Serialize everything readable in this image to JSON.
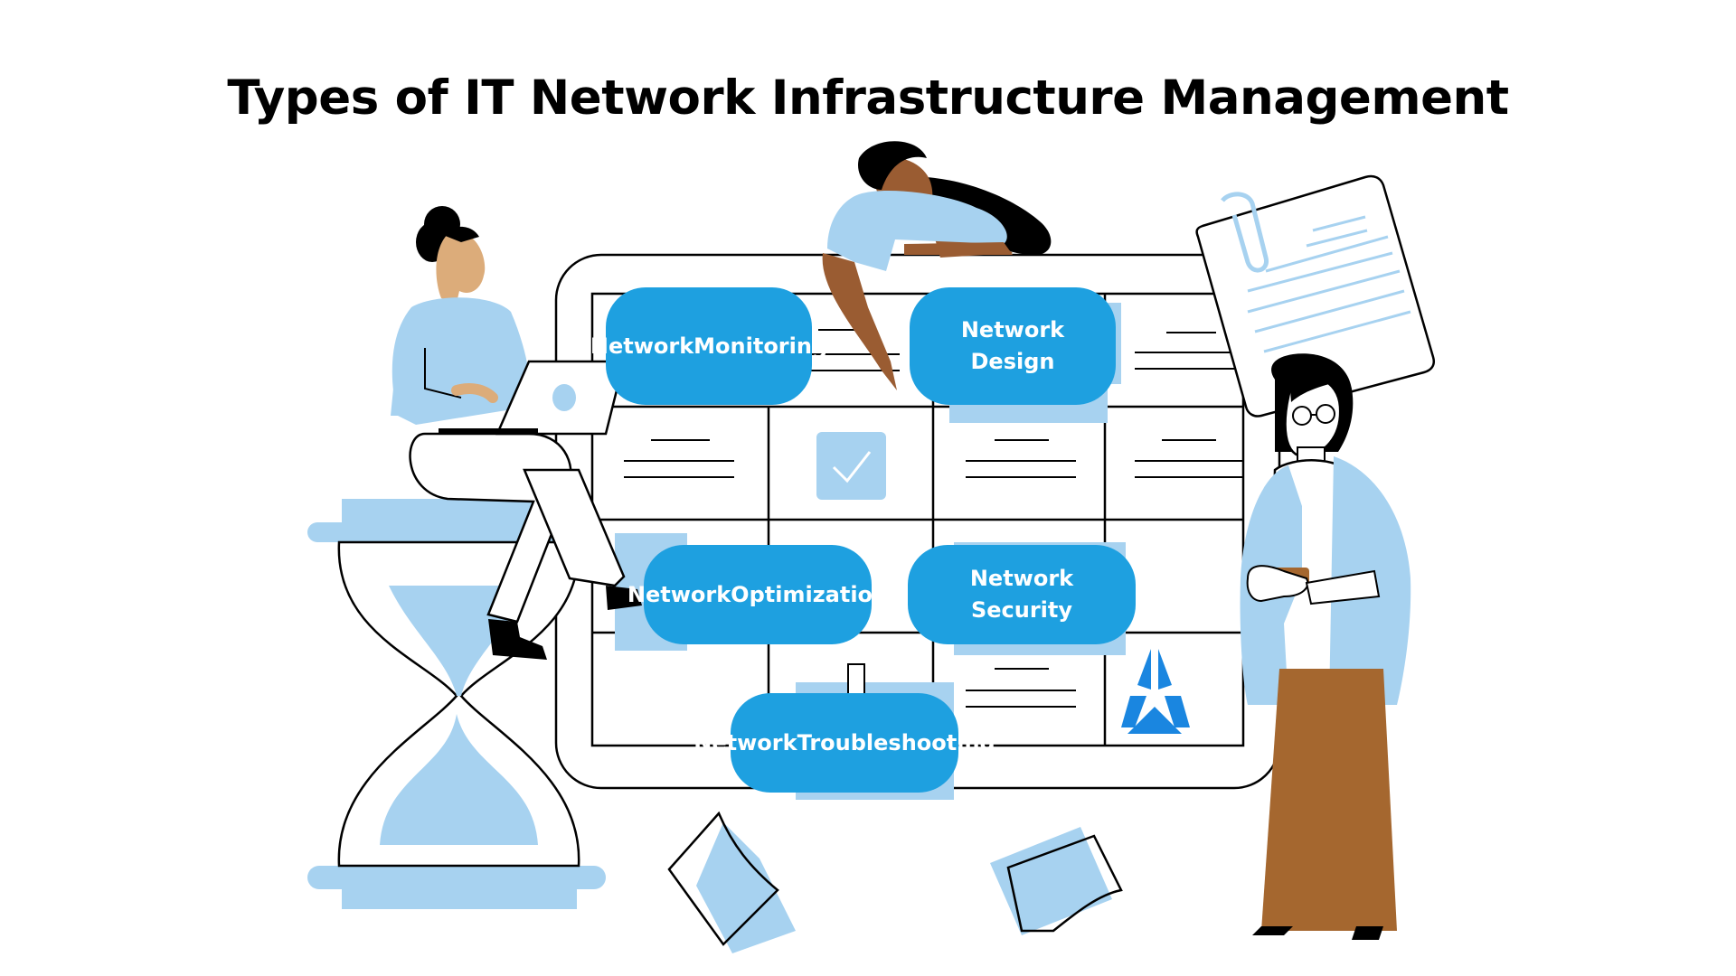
{
  "title": "Types of IT Network Infrastructure Management",
  "colors": {
    "pill": "#1ea0e0",
    "light_blue": "#a7d2f0",
    "brown": "#a5672f",
    "skin_tan": "#dcac7a",
    "skin_brown": "#9a5c32",
    "logo": "#1a86e0",
    "outline": "#000000"
  },
  "nodes": [
    {
      "id": "monitoring",
      "lines": [
        "Network",
        "Monitoring"
      ]
    },
    {
      "id": "design",
      "lines": [
        "Network Design"
      ]
    },
    {
      "id": "optimization",
      "lines": [
        "Network",
        "Optimization"
      ]
    },
    {
      "id": "security",
      "lines": [
        "Network Security"
      ]
    },
    {
      "id": "troubleshooting",
      "lines": [
        "Network",
        "Troubleshooting"
      ]
    }
  ],
  "illustration": {
    "elements": [
      "hourglass",
      "person-with-laptop",
      "person-leaning",
      "person-with-glasses",
      "document-with-paperclip",
      "checkbox",
      "brand-logo",
      "loose-papers"
    ]
  }
}
